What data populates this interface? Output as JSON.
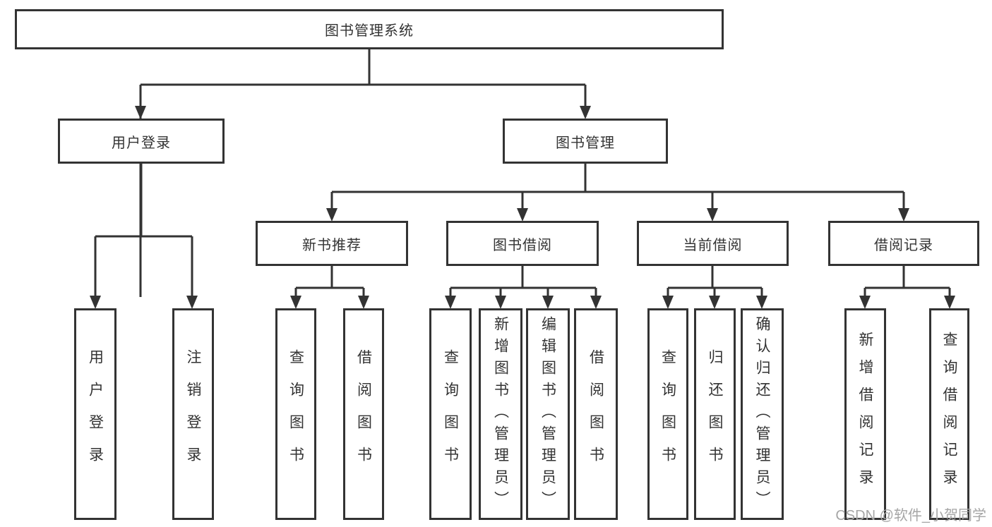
{
  "root": {
    "label": "图书管理系统"
  },
  "branches": {
    "user_login": {
      "label": "用户登录",
      "children": [
        {
          "label": "用户登录"
        },
        {
          "label": "注销登录"
        }
      ]
    },
    "book_mgmt": {
      "label": "图书管理",
      "sections": [
        {
          "label": "新书推荐",
          "children": [
            {
              "label": "查询图书"
            },
            {
              "label": "借阅图书"
            }
          ]
        },
        {
          "label": "图书借阅",
          "children": [
            {
              "label": "查询图书"
            },
            {
              "label": "新增图书（管理员）"
            },
            {
              "label": "编辑图书（管理员）"
            },
            {
              "label": "借阅图书"
            }
          ]
        },
        {
          "label": "当前借阅",
          "children": [
            {
              "label": "查询图书"
            },
            {
              "label": "归还图书"
            },
            {
              "label": "确认归还（管理员）"
            }
          ]
        },
        {
          "label": "借阅记录",
          "children": [
            {
              "label": "新增借阅记录"
            },
            {
              "label": "查询借阅记录"
            }
          ]
        }
      ]
    }
  },
  "watermark": {
    "text": "CSDN @软件_小贺同学"
  },
  "colors": {
    "line": "#333333",
    "text": "#333333",
    "background": "#ffffff",
    "watermark": "#a6a6a6"
  }
}
